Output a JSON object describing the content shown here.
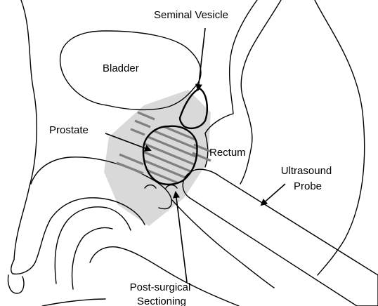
{
  "labels": {
    "seminal_vesicle": "Seminal Vesicle",
    "bladder": "Bladder",
    "prostate": "Prostate",
    "rectum": "Rectum",
    "ultrasound_line1": "Ultrasound",
    "ultrasound_line2": "Probe",
    "sectioning_line1": "Post-surgical",
    "sectioning_line2": "Sectioning"
  },
  "colors": {
    "outline": "#000000",
    "field_shading": "#d9d9d9",
    "section_lines": "#808080",
    "background": "#ffffff"
  }
}
